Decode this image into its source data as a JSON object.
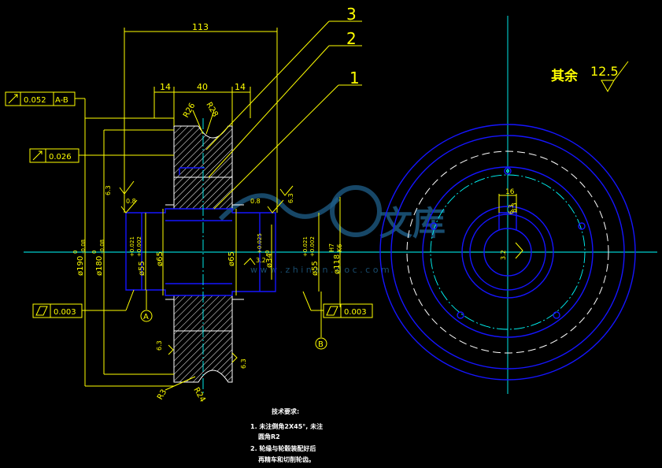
{
  "drawing": {
    "part_refs": [
      "3",
      "2",
      "1"
    ],
    "surface_note": {
      "label": "其余",
      "value": "12.5"
    },
    "dimensions": {
      "overall_length": "113",
      "width_left": "14",
      "width_mid": "40",
      "width_right": "14",
      "radius_1": "R26",
      "radius_2": "R28",
      "radius_bottom_1": "R3",
      "radius_bottom_2": "R24",
      "keyway_width": "16",
      "keyway_depth": "6.3"
    },
    "tolerance_frames": [
      {
        "value": "0.052",
        "datum": "A-B"
      },
      {
        "value": "0.026",
        "datum": ""
      },
      {
        "value": "0.003",
        "datum": ""
      },
      {
        "value": "0.003",
        "datum": ""
      }
    ],
    "datums": [
      "A",
      "B"
    ],
    "roughness": [
      "6.3",
      "0.8",
      "0.8",
      "6.3",
      "3.2",
      "6.3",
      "6.3",
      "3.2",
      "6.3"
    ],
    "vertical_dims": [
      {
        "main": "ø190",
        "upper": "0",
        "lower": "-0.08"
      },
      {
        "main": "ø180",
        "upper": "0",
        "lower": "-0.08"
      },
      {
        "main": "ø55",
        "upper": "+0.021",
        "lower": "+0.002"
      },
      {
        "main": "ø65",
        "upper": "",
        "lower": ""
      },
      {
        "main": "ø65",
        "upper": "",
        "lower": ""
      },
      {
        "main": "ø34",
        "upper": "+0.025",
        "lower": "0"
      },
      {
        "main": "ø55",
        "upper": "+0.021",
        "lower": "+0.002"
      },
      {
        "main": "ø118",
        "upper": "H7",
        "lower": "K6"
      }
    ],
    "tech_requirements": {
      "title": "技术要求:",
      "line1": "1. 未注倒角2X45°, 未注",
      "line1b": "圆角R2",
      "line2": "2. 轮缘与轮毂装配好后",
      "line2b": "再精车和切削轮齿。"
    },
    "watermark": {
      "text": "文库",
      "url": "w w w . z h i n a n . d o c . c o m"
    },
    "colors": {
      "background": "#000000",
      "dimension": "#ffff00",
      "outline": "#ffffff",
      "hidden": "#1515ff",
      "centerline": "#00ffff"
    }
  }
}
